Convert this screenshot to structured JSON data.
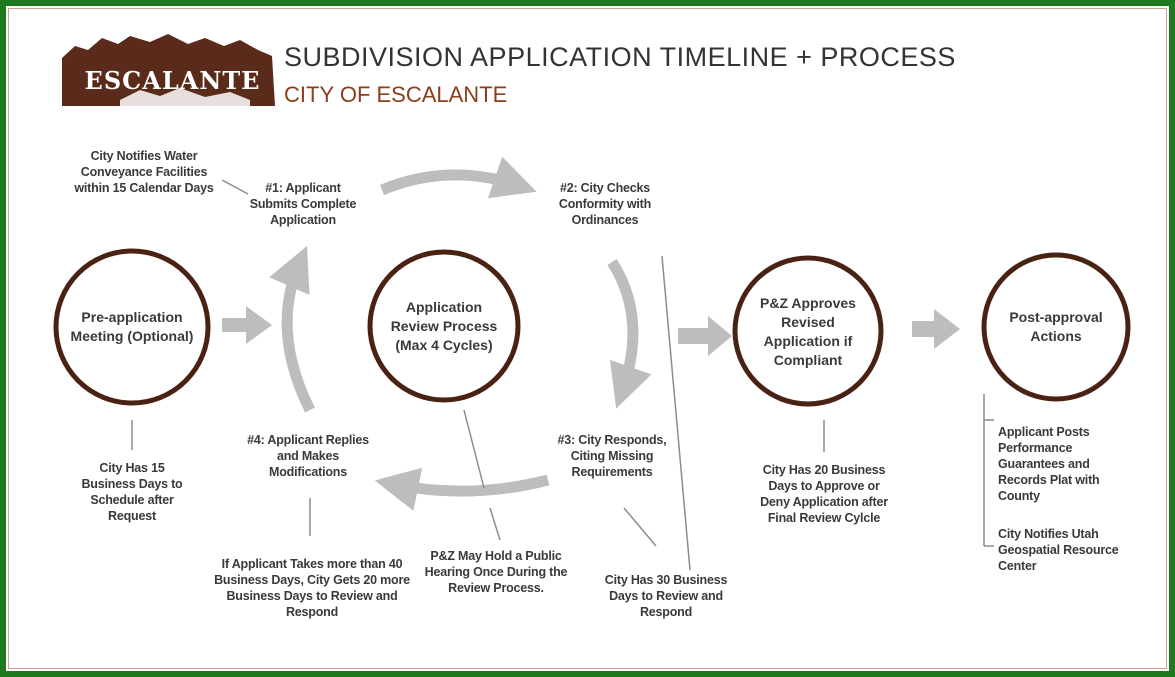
{
  "header": {
    "logo_text": "ESCALANTE",
    "title": "SUBDIVISION APPLICATION TIMELINE + PROCESS",
    "subtitle": "CITY OF ESCALANTE"
  },
  "colors": {
    "frame": "#1f7a1f",
    "circle_stroke": "#4a2214",
    "arrow": "#bdbdbd",
    "logo_brown": "#5a2a1a",
    "subtitle": "#8a3e1a"
  },
  "circles": {
    "pre_application": "Pre-application Meeting (Optional)",
    "review_process": "Application Review Process (Max 4 Cycles)",
    "pz_approves": "P&Z Approves Revised Application if Compliant",
    "post_approval": "Post-approval Actions"
  },
  "steps": {
    "step1": "#1: Applicant Submits Complete Application",
    "step2": "#2: City Checks Conformity with Ordinances",
    "step3": "#3: City Responds, Citing Missing Requirements",
    "step4": "#4: Applicant Replies and Makes Modifications"
  },
  "notes": {
    "water_notice": "City Notifies Water Conveyance Facilities within 15 Calendar Days",
    "schedule": "City Has 15 Business Days to Schedule after Request",
    "applicant_delay": "If Applicant Takes more than 40 Business Days, City Gets 20 more Business Days to Review and Respond",
    "public_hearing": "P&Z May Hold a Public Hearing Once During the Review Process.",
    "review_30": "City Has 30 Business Days to Review and Respond",
    "approve_20": "City Has 20 Business Days to Approve or Deny Application after Final Review Cylcle",
    "performance": "Applicant Posts Performance Guarantees and Records Plat with County",
    "utah_notice": "City Notifies Utah Geospatial Resource Center"
  }
}
